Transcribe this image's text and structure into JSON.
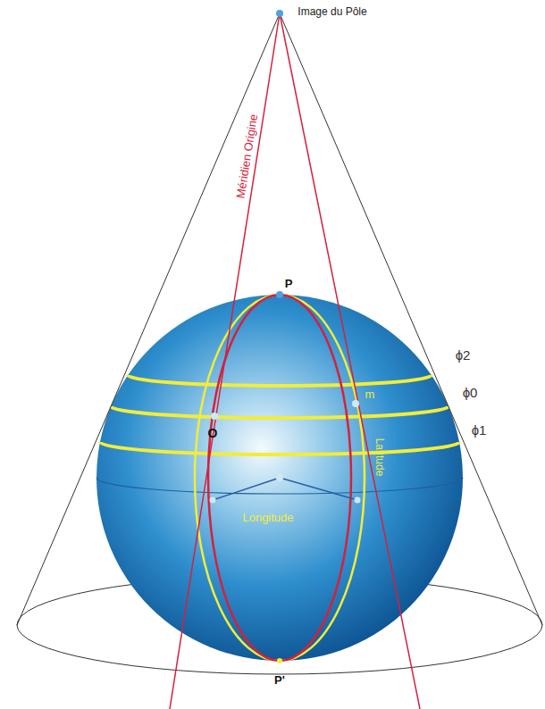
{
  "diagram": {
    "labels": [
      "Image du Pôle",
      "Méridien Origine",
      "P",
      "ϕ2",
      "ϕ0",
      "ϕ1",
      "m",
      "O",
      "Latitude",
      "Longitude",
      "P'"
    ]
  }
}
